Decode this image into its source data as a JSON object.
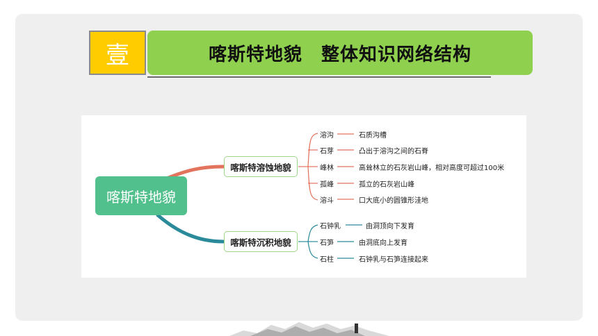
{
  "header": {
    "number_label": "壹",
    "title": "喀斯特地貌　整体知识网络结构"
  },
  "mindmap": {
    "root": "喀斯特地貌",
    "branches": [
      {
        "label": "喀斯特溶蚀地貌",
        "color": "#e2735d",
        "items": [
          {
            "term": "溶沟",
            "desc": "石质沟槽"
          },
          {
            "term": "石芽",
            "desc": "凸出于溶沟之间的石脊"
          },
          {
            "term": "峰林",
            "desc": "高耸林立的石灰岩山峰，相对高度可超过100米"
          },
          {
            "term": "孤峰",
            "desc": "孤立的石灰岩山峰"
          },
          {
            "term": "溶斗",
            "desc": "口大底小的圆锥形洼地"
          }
        ]
      },
      {
        "label": "喀斯特沉积地貌",
        "color": "#2a8a9a",
        "items": [
          {
            "term": "石钟乳",
            "desc": "由洞顶向下发育"
          },
          {
            "term": "石笋",
            "desc": "由洞底向上发育"
          },
          {
            "term": "石柱",
            "desc": "石钟乳与石笋连接起来"
          }
        ]
      }
    ]
  }
}
